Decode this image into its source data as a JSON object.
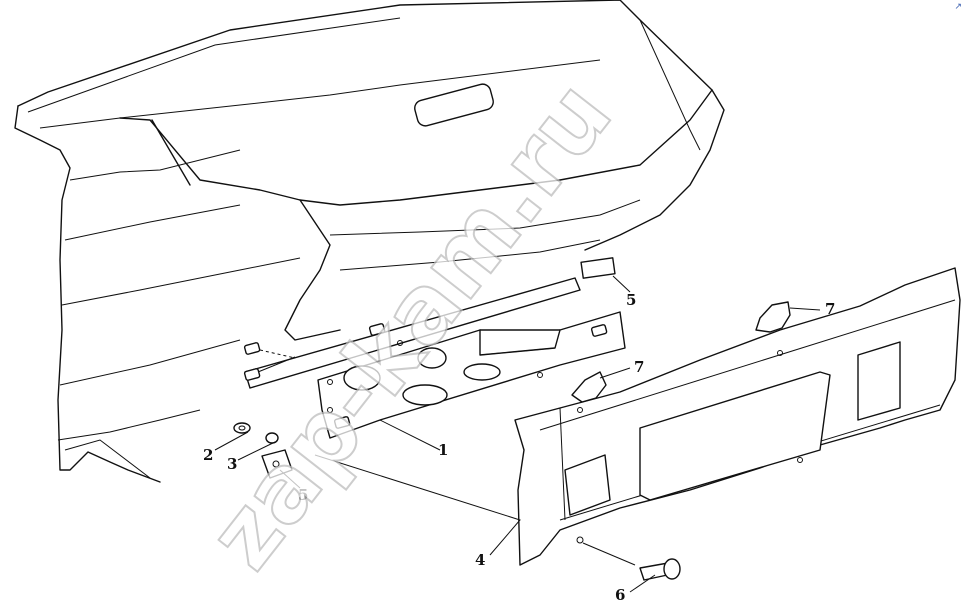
{
  "watermark": "zap-kam.ru",
  "corner_mark": "↗",
  "callouts": [
    {
      "id": "1",
      "label": "1"
    },
    {
      "id": "2",
      "label": "2"
    },
    {
      "id": "3",
      "label": "3"
    },
    {
      "id": "4",
      "label": "4"
    },
    {
      "id": "5a",
      "label": "5"
    },
    {
      "id": "5b",
      "label": "5"
    },
    {
      "id": "6",
      "label": "6"
    },
    {
      "id": "7a",
      "label": "7"
    },
    {
      "id": "7b",
      "label": "7"
    }
  ]
}
